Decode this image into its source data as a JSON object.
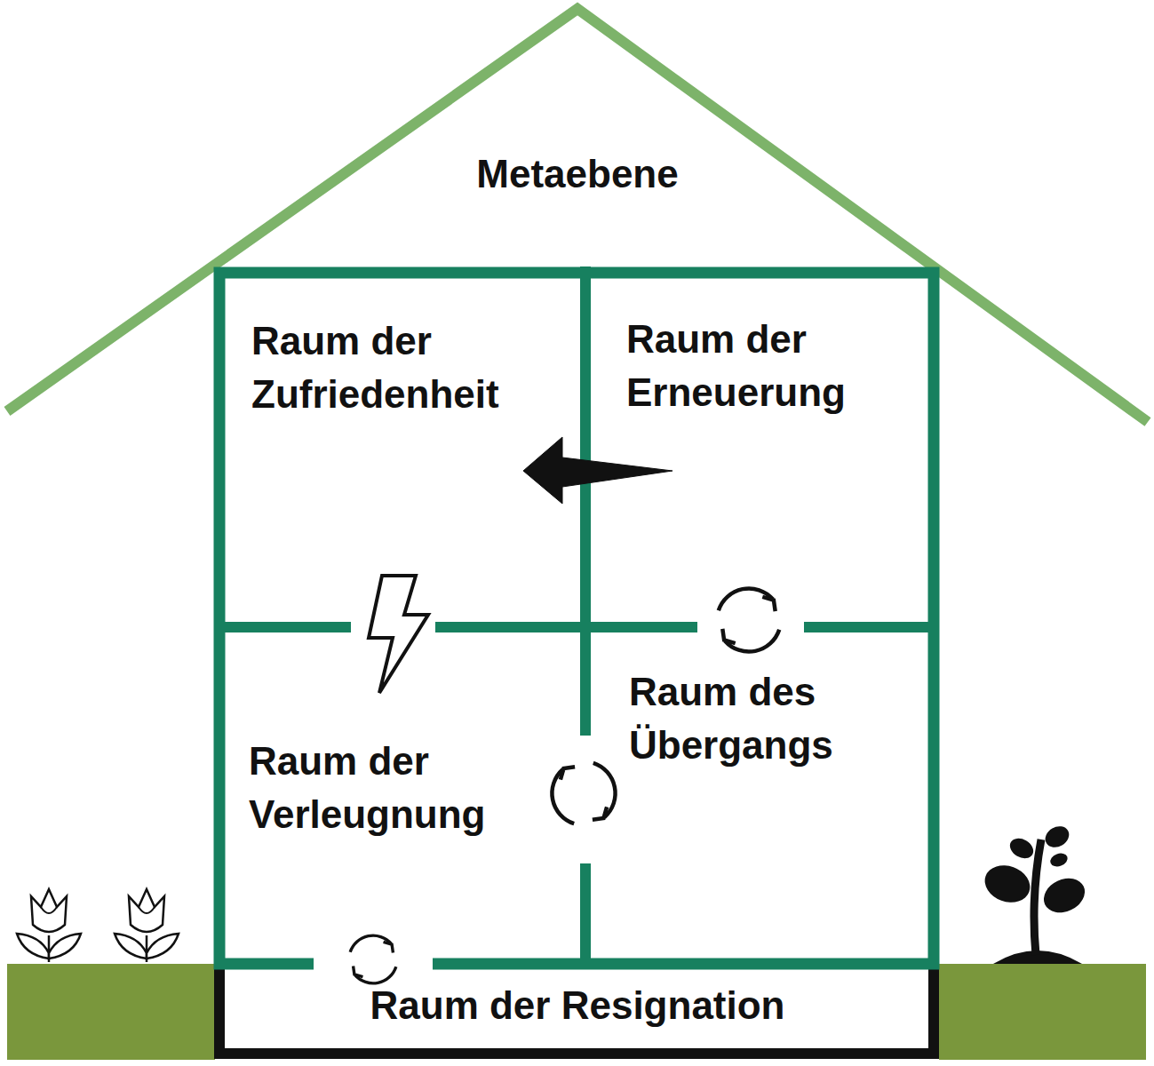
{
  "diagram": {
    "nodes": [
      {
        "text": [
          "Metaebene"
        ]
      },
      {
        "text": [
          "Raum der Zufriedenheit"
        ]
      },
      {
        "text": [
          "Raum der Erneuerung"
        ]
      },
      {
        "text": [
          "Raum der Verleugnung"
        ]
      },
      {
        "text": [
          "Raum des Übergangs"
        ]
      },
      {
        "text": [
          "Raum der Resignation"
        ]
      }
    ],
    "edges": [
      {
        "from": 2,
        "to": 1,
        "arrow": "to"
      }
    ]
  }
}
